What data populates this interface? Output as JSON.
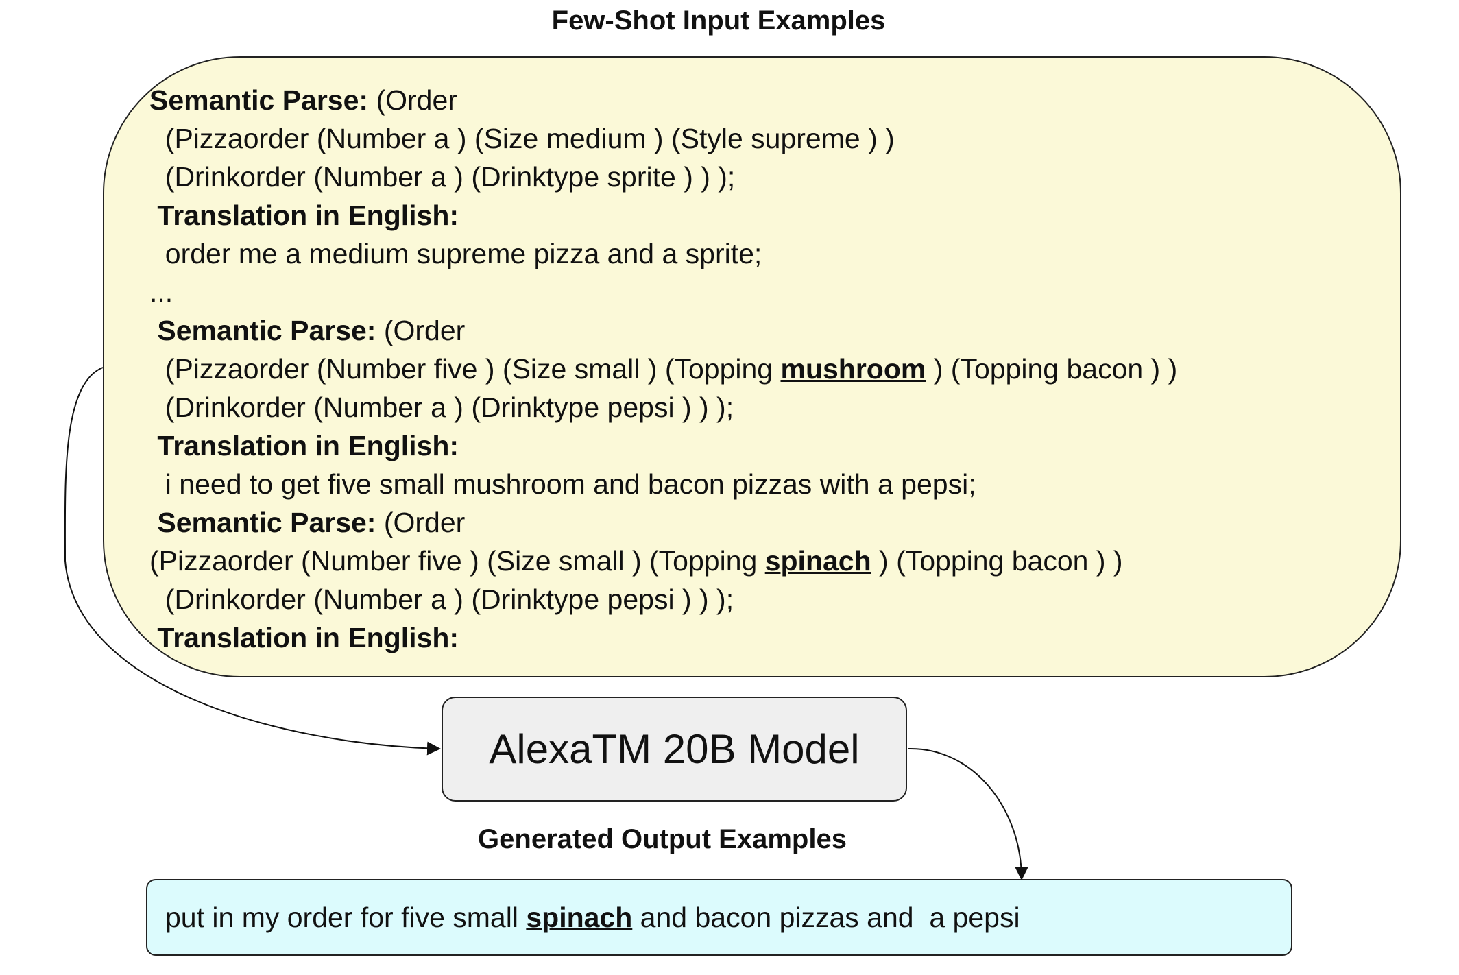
{
  "input_title": "Few-Shot Input Examples",
  "input_lines": [
    {
      "indent": "",
      "bold": "Semantic Parse:",
      "pre": " (Order",
      "u": "",
      "post": ""
    },
    {
      "indent": "  ",
      "bold": "",
      "pre": "(Pizzaorder (Number a ) (Size medium ) (Style supreme ) )",
      "u": "",
      "post": ""
    },
    {
      "indent": "  ",
      "bold": "",
      "pre": "(Drinkorder (Number a ) (Drinktype sprite ) ) );",
      "u": "",
      "post": ""
    },
    {
      "indent": " ",
      "bold": "Translation in English:",
      "pre": "",
      "u": "",
      "post": ""
    },
    {
      "indent": "  ",
      "bold": "",
      "pre": "order me a medium supreme pizza and a sprite;",
      "u": "",
      "post": ""
    },
    {
      "indent": "",
      "bold": "",
      "pre": "...",
      "u": "",
      "post": ""
    },
    {
      "indent": " ",
      "bold": "Semantic Parse:",
      "pre": " (Order",
      "u": "",
      "post": ""
    },
    {
      "indent": "  ",
      "bold": "",
      "pre": "(Pizzaorder (Number five ) (Size small ) (Topping ",
      "u": "mushroom",
      "post": " ) (Topping bacon ) )"
    },
    {
      "indent": "  ",
      "bold": "",
      "pre": "(Drinkorder (Number a ) (Drinktype pepsi ) ) );",
      "u": "",
      "post": ""
    },
    {
      "indent": " ",
      "bold": "Translation in English:",
      "pre": "",
      "u": "",
      "post": ""
    },
    {
      "indent": "  ",
      "bold": "",
      "pre": "i need to get five small mushroom and bacon pizzas with a pepsi;",
      "u": "",
      "post": ""
    },
    {
      "indent": " ",
      "bold": "Semantic Parse:",
      "pre": " (Order",
      "u": "",
      "post": ""
    },
    {
      "indent": "",
      "bold": "",
      "pre": "(Pizzaorder (Number five ) (Size small ) (Topping ",
      "u": "spinach",
      "post": " ) (Topping bacon ) )"
    },
    {
      "indent": "  ",
      "bold": "",
      "pre": "(Drinkorder (Number a ) (Drinktype pepsi ) ) );",
      "u": "",
      "post": ""
    },
    {
      "indent": " ",
      "bold": "Translation in English:",
      "pre": "",
      "u": "",
      "post": ""
    }
  ],
  "model_label": "AlexaTM 20B Model",
  "output_title": "Generated Output Examples",
  "output": {
    "pre": "put in my order for five small ",
    "u": "spinach",
    "post": " and bacon pizzas and  a pepsi"
  },
  "colors": {
    "input_bg": "#fbf9d8",
    "model_bg": "#efefef",
    "output_bg": "#dcfbfd"
  }
}
